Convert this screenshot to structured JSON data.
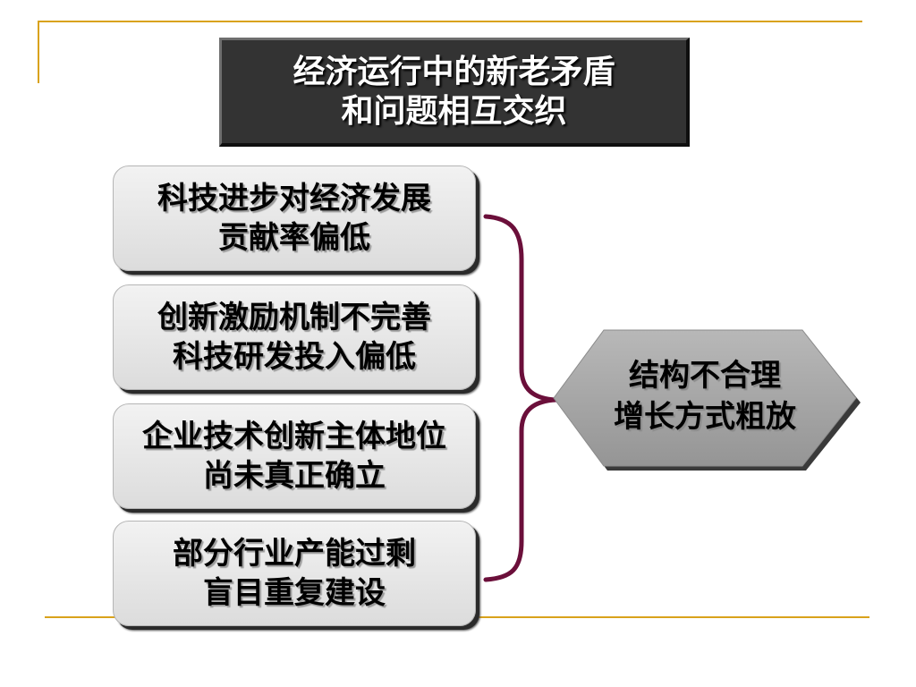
{
  "title": {
    "line1": "经济运行中的新老矛盾",
    "line2": "和问题相互交织"
  },
  "causes": [
    {
      "line1": "科技进步对经济发展",
      "line2": "贡献率偏低"
    },
    {
      "line1": "创新激励机制不完善",
      "line2": "科技研发投入偏低"
    },
    {
      "line1": "企业技术创新主体地位",
      "line2": "尚未真正确立"
    },
    {
      "line1": "部分行业产能过剩",
      "line2": "盲目重复建设"
    }
  ],
  "result": {
    "line1": "结构不合理",
    "line2": "增长方式粗放"
  },
  "colors": {
    "gold_line": "#d9a21b",
    "brace": "#6b0f3a",
    "title_bg": "#333333",
    "hexagon": "#a6a6a6"
  }
}
